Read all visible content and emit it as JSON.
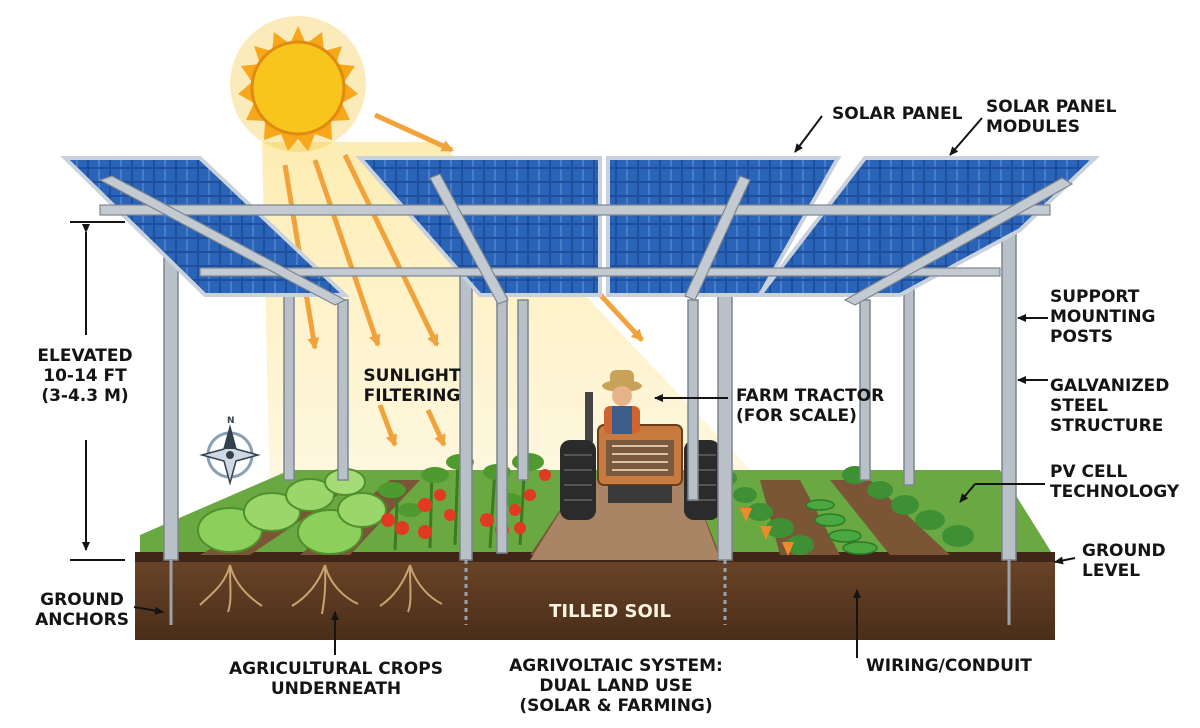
{
  "labels": {
    "solar_panel": "SOLAR PANEL",
    "solar_panel_modules": "SOLAR PANEL\nMODULES",
    "support_mounting_posts": "SUPPORT\nMOUNTING\nPOSTS",
    "galvanized_steel": "GALVANIZED\nSTEEL\nSTRUCTURE",
    "pv_cell": "PV CELL\nTECHNOLOGY",
    "ground_level": "GROUND\nLEVEL",
    "wiring_conduit": "WIRING/CONDUIT",
    "agrivoltaic": "AGRIVOLTAIC SYSTEM:\nDUAL LAND USE\n(SOLAR & FARMING)",
    "crops_underneath": "AGRICULTURAL CROPS\nUNDERNEATH",
    "ground_anchors": "GROUND\nANCHORS",
    "tilled_soil": "TILLED SOIL",
    "farm_tractor": "FARM TRACTOR\n(FOR SCALE)",
    "sunlight_filtering": "SUNLIGHT\nFILTERING",
    "elevated": "ELEVATED\n10-14 FT\n(3-4.3 M)",
    "compass_north": "N"
  },
  "colors": {
    "panel_blue": "#1f4f9c",
    "frame_steel": "#b5bcc4",
    "sun": "#f6b81c",
    "sun_ray": "#f2a23a",
    "soil": "#5a3a22",
    "grass": "#5fa03a"
  },
  "icons": [
    "sun-icon",
    "compass-icon",
    "tractor-icon",
    "farmer-icon"
  ]
}
